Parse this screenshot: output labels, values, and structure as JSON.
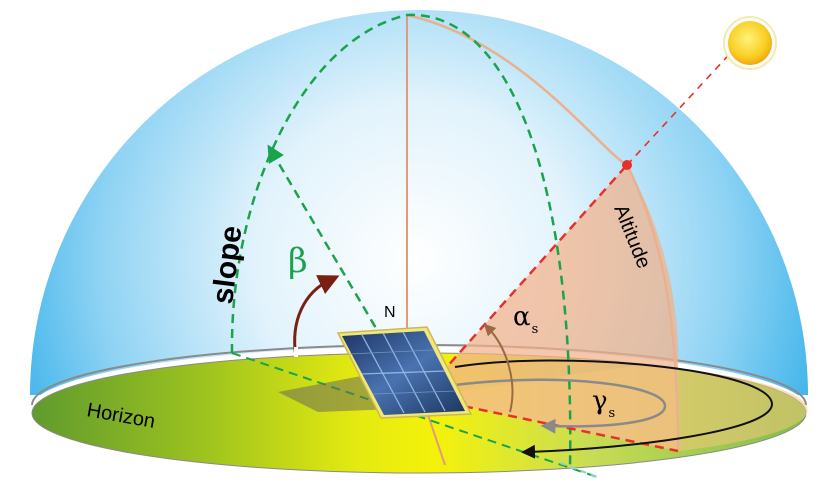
{
  "labels": {
    "slope": "slope",
    "beta": "β",
    "north": "N",
    "alpha": "α",
    "alpha_sub": "s",
    "gamma": "γ",
    "gamma_sub": "s",
    "altitude": "Altitude",
    "horizon": "Horizon"
  },
  "colors": {
    "sky_light": "#ffffff",
    "sky_dark": "#3fb4ea",
    "ground_green": "#5f9a2e",
    "ground_yellow": "#f4f20a",
    "slope_line": "#1aa34a",
    "sun_ray": "#e8302a",
    "meridian": "#e39a7a",
    "altitude_fill": "#f2b189",
    "panel": "#2e4f87",
    "sun": "#f6c21c"
  },
  "icons": {
    "sun": "sun-icon",
    "solar_panel": "solar-panel-icon"
  }
}
